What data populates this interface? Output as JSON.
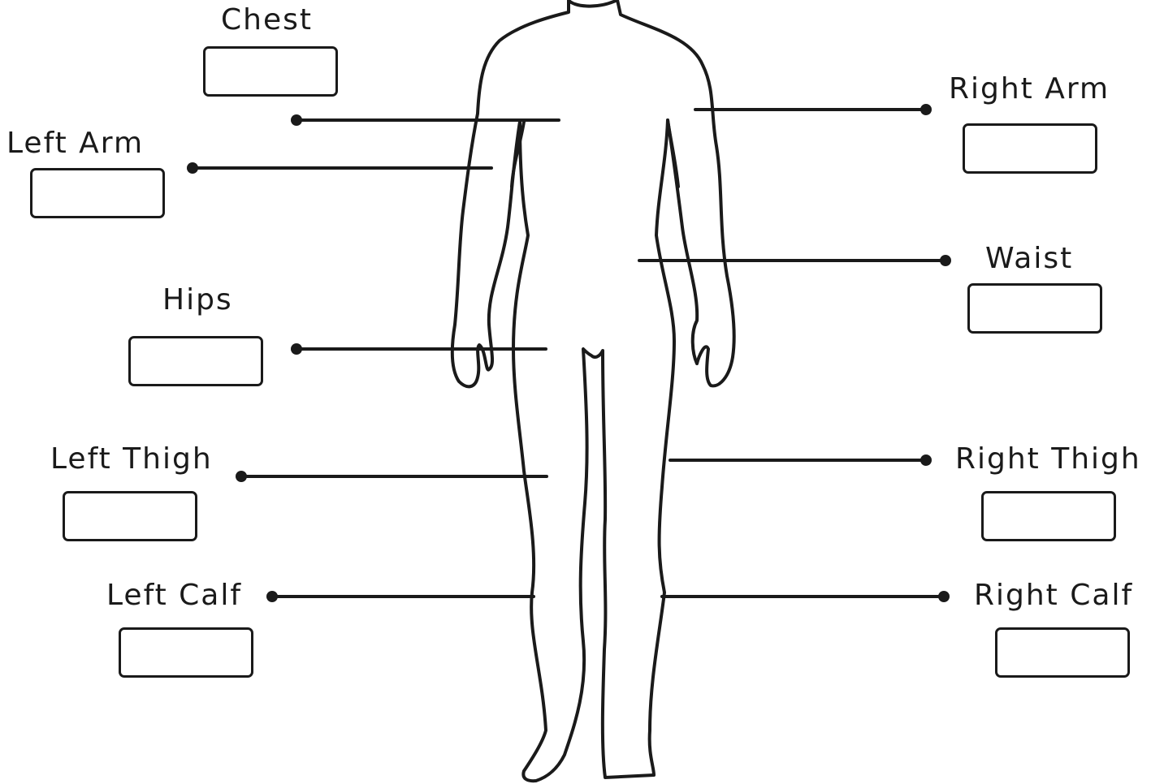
{
  "measurements": {
    "chest": {
      "label": "Chest",
      "value": ""
    },
    "left_arm": {
      "label": "Left Arm",
      "value": ""
    },
    "hips": {
      "label": "Hips",
      "value": ""
    },
    "left_thigh": {
      "label": "Left Thigh",
      "value": ""
    },
    "left_calf": {
      "label": "Left Calf",
      "value": ""
    },
    "right_arm": {
      "label": "Right Arm",
      "value": ""
    },
    "waist": {
      "label": "Waist",
      "value": ""
    },
    "right_thigh": {
      "label": "Right Thigh",
      "value": ""
    },
    "right_calf": {
      "label": "Right Calf",
      "value": ""
    }
  },
  "colors": {
    "ink": "#1a1a1a",
    "background": "#ffffff"
  }
}
